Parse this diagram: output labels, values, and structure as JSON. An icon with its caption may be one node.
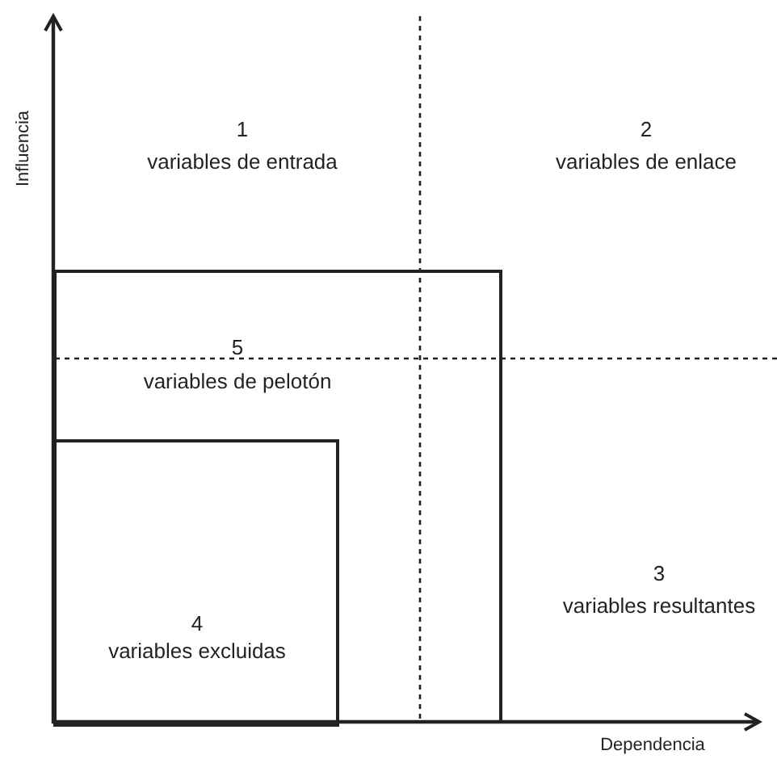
{
  "diagram": {
    "nodes": [
      {
        "text": [
          "5",
          "variables de pelotón"
        ]
      },
      {
        "text": [
          "4",
          "variables excluidas"
        ],
        "in": 0
      }
    ],
    "labels": [
      "Influencia",
      "1",
      "variables de entrada",
      "2",
      "variables de enlace",
      "3",
      "variables resultantes",
      "Dependencia"
    ]
  }
}
